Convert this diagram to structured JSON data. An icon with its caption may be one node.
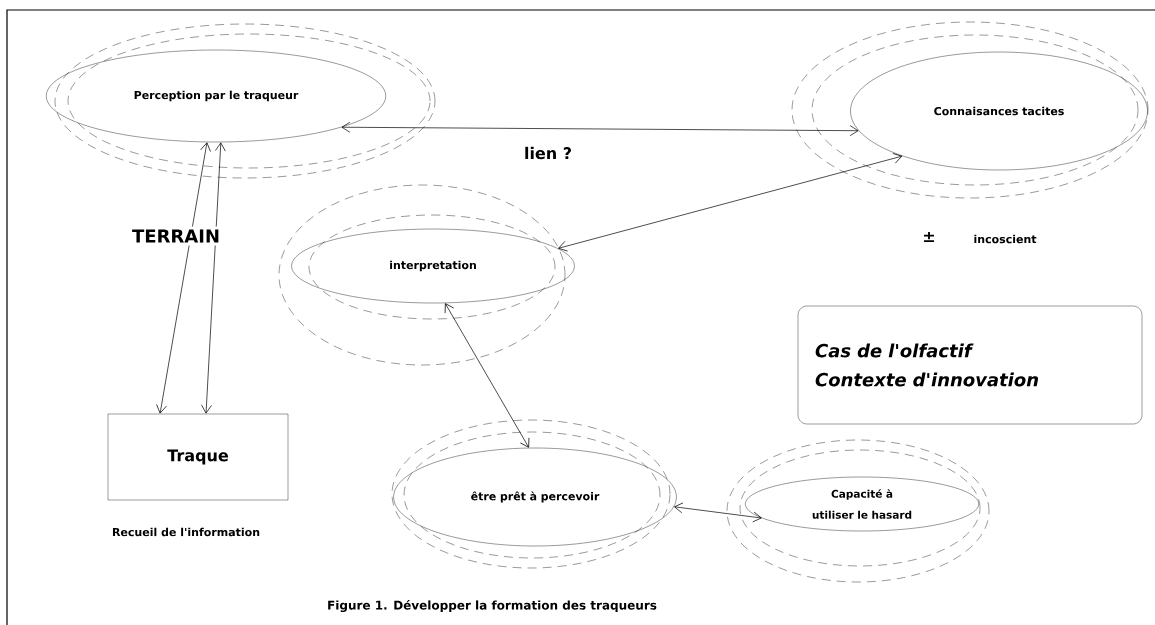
{
  "diagram": {
    "caption": "Figure 1.    Développer la formation des traqueurs",
    "nodes": [
      {
        "text": [
          "Perception par le traqueur"
        ]
      },
      {
        "text": [
          "Connaisances tacites"
        ]
      },
      {
        "text": [
          "interpretation"
        ]
      },
      {
        "text": [
          "Traque"
        ],
        "beside": [
          "Recueil de l'information"
        ]
      },
      {
        "text": [
          "être prêt à percevoir"
        ]
      },
      {
        "text": [
          "Capacité à utiliser le hasard"
        ]
      },
      {
        "text": [
          "Cas de l'olfactif",
          "Contexte d'innovation"
        ]
      }
    ],
    "edges": [
      {
        "from": 0,
        "to": 1,
        "arrow": "both",
        "label": "lien ?"
      },
      {
        "from": 1,
        "to": 2,
        "arrow": "both"
      },
      {
        "from": 2,
        "to": 4,
        "arrow": "both"
      },
      {
        "from": 4,
        "to": 5,
        "arrow": "both"
      },
      {
        "from": 0,
        "to": 3,
        "arrow": "both"
      },
      {
        "from": 0,
        "to": 3,
        "arrow": "both"
      }
    ],
    "labels": [
      "TERRAIN",
      "±",
      "incoscient"
    ]
  }
}
